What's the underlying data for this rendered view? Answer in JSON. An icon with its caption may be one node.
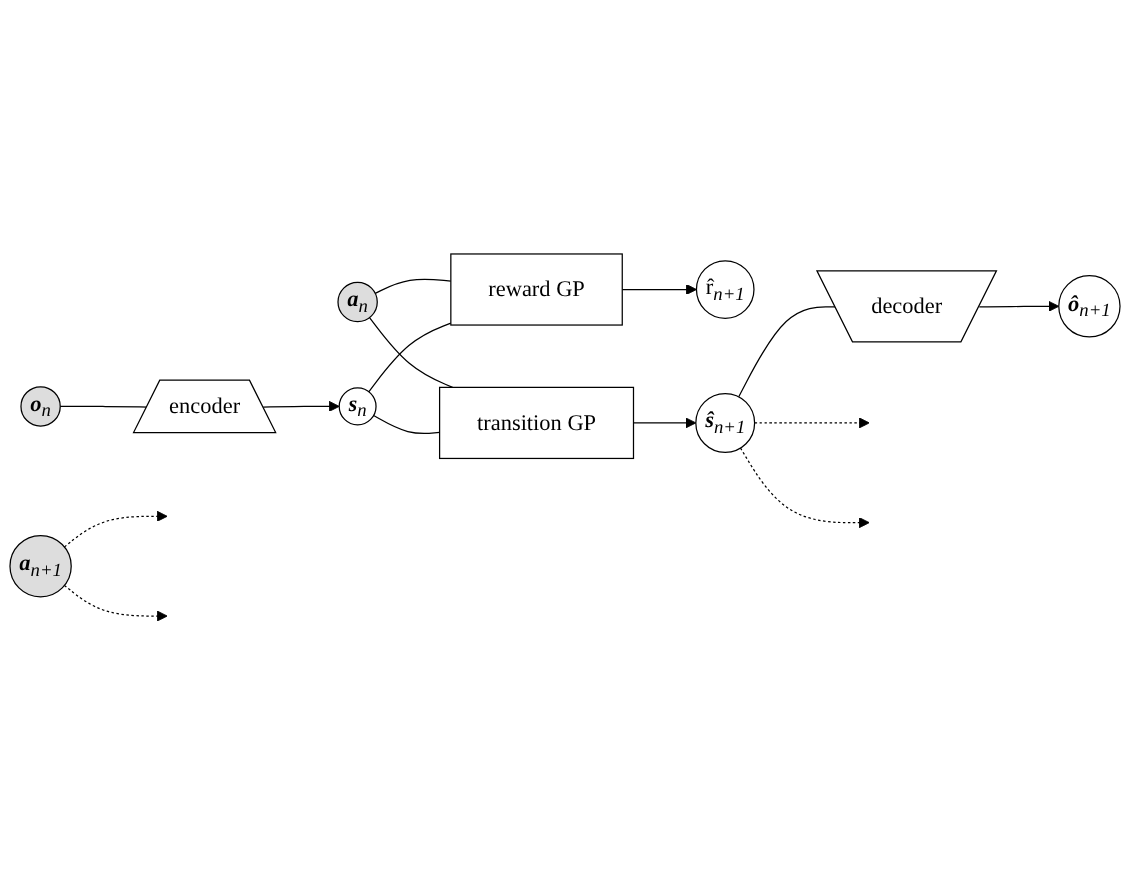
{
  "diagram": {
    "nodes": [
      {
        "text": [
          "**a**$_{n}$"
        ]
      },
      {
        "text": [
          "**a**$_{n+1}$"
        ]
      },
      {
        "text": [
          "reward GP"
        ]
      },
      {
        "text": [
          "r̂$_{n+1}$"
        ]
      },
      {
        "text": [
          "**s**$_{n}$"
        ]
      },
      {
        "text": [
          "transition GP"
        ]
      },
      {
        "text": [
          "**ŝ**$_{n+1}$"
        ]
      },
      {
        "text": [
          "encoder"
        ]
      },
      {
        "text": [
          "decoder"
        ]
      },
      {
        "text": [
          "**o**$_{n}$"
        ]
      },
      {
        "text": [
          "**ô**$_{n+1}$"
        ]
      }
    ],
    "edges": [
      {
        "from": 0,
        "to": 2,
        "arrow": "none"
      },
      {
        "from": 0,
        "to": 5,
        "arrow": "none"
      },
      {
        "from": 4,
        "to": 2,
        "arrow": "none"
      },
      {
        "from": 4,
        "to": 5,
        "arrow": "none"
      },
      {
        "from": 2,
        "to": 3,
        "arrow": "to"
      },
      {
        "from": 5,
        "to": 6,
        "arrow": "to"
      },
      {
        "from": 7,
        "to": 4,
        "arrow": "to"
      },
      {
        "from": 9,
        "to": 7,
        "arrow": "none"
      },
      {
        "from": 6,
        "to": 8,
        "arrow": "none"
      },
      {
        "from": 8,
        "to": 10,
        "arrow": "to"
      },
      {
        "from": 1,
        "to": null,
        "arrow": "to",
        "style": "dashed"
      },
      {
        "from": 1,
        "to": null,
        "arrow": "to",
        "style": "dashed"
      },
      {
        "from": 6,
        "to": null,
        "arrow": "to",
        "style": "dashed"
      },
      {
        "from": 6,
        "to": null,
        "arrow": "to",
        "style": "dashed"
      }
    ]
  }
}
